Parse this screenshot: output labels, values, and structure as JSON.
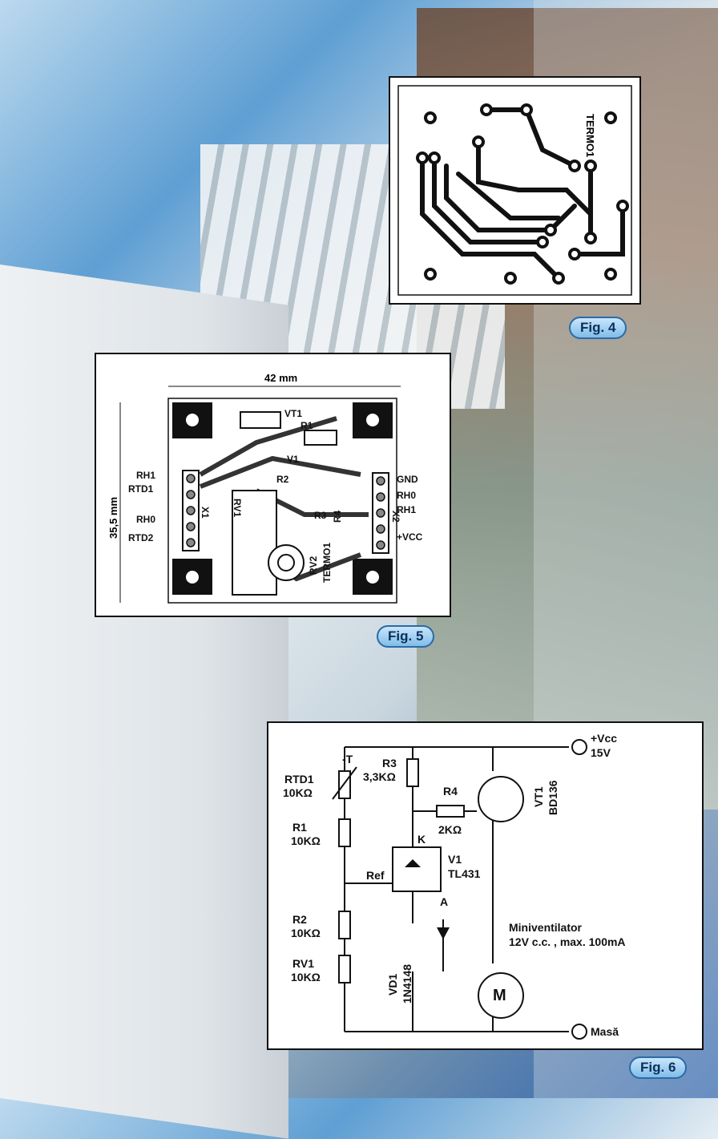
{
  "fig4": {
    "tag": "Fig. 4",
    "pcb_label": "TERMO1"
  },
  "fig5": {
    "tag": "Fig. 5",
    "width_dim": "42 mm",
    "height_dim": "35,5 mm",
    "left_labels": [
      "RH1",
      "RTD1",
      "RH0",
      "RTD2"
    ],
    "right_labels": [
      "GND",
      "RH0",
      "RH1",
      "+VCC"
    ],
    "silk": {
      "vt1": "VT1",
      "r1": "R1",
      "v1": "V1",
      "r2": "R2",
      "x1": "X1",
      "rv1": "RV1",
      "x2": "X2",
      "r3": "R3",
      "r4": "R4",
      "rv2": "RV2",
      "termo": "TERMO1"
    }
  },
  "fig6": {
    "tag": "Fig. 6",
    "vcc": "+Vcc",
    "vcc_v": "15V",
    "rtd1": "RTD1",
    "rtd1_v": "10KΩ",
    "minus_t": "-T",
    "r3": "R3",
    "r3_v": "3,3KΩ",
    "r4": "R4",
    "r4_v": "2KΩ",
    "vt1": "VT1",
    "vt1_v": "BD136",
    "r1": "R1",
    "r1_v": "10KΩ",
    "ref": "Ref",
    "k": "K",
    "a": "A",
    "v1": "V1",
    "v1_v": "TL431",
    "r2": "R2",
    "r2_v": "10KΩ",
    "rv1": "RV1",
    "rv1_v": "10KΩ",
    "vd1": "VD1",
    "vd1_v": "1N4148",
    "fan1": "Miniventilator",
    "fan2": "12V c.c. , max. 100mA",
    "motor": "M",
    "masa": "Masă"
  }
}
